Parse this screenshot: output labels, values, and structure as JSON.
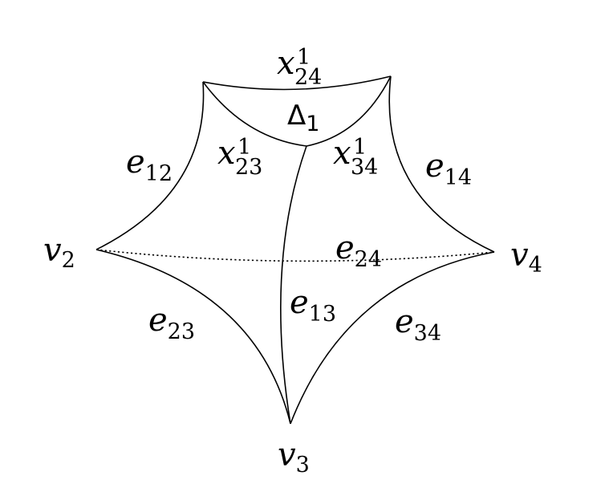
{
  "vertices": {
    "v2": {
      "main": "v",
      "sub": "2"
    },
    "v3": {
      "main": "v",
      "sub": "3"
    },
    "v4": {
      "main": "v",
      "sub": "4"
    }
  },
  "edges": {
    "e12": {
      "main": "e",
      "sub": "12"
    },
    "e14": {
      "main": "e",
      "sub": "14"
    },
    "e23": {
      "main": "e",
      "sub": "23"
    },
    "e34": {
      "main": "e",
      "sub": "34"
    },
    "e13": {
      "main": "e",
      "sub": "13"
    },
    "e24": {
      "main": "e",
      "sub": "24"
    }
  },
  "face_points": {
    "x24": {
      "main": "x",
      "sub": "24",
      "sup": "1"
    },
    "x23": {
      "main": "x",
      "sub": "23",
      "sup": "1"
    },
    "x34": {
      "main": "x",
      "sub": "34",
      "sup": "1"
    }
  },
  "triangle": {
    "main": "Δ",
    "sub": "1"
  }
}
